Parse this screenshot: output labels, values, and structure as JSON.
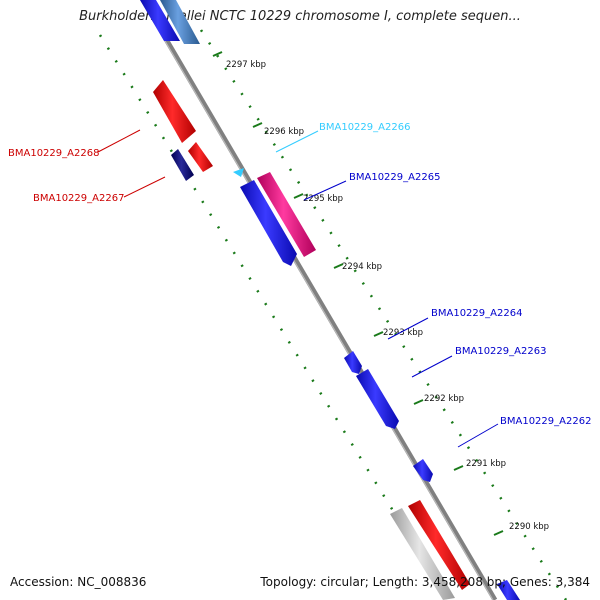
{
  "title": "Burkholderia mallei NCTC 10229 chromosome I, complete sequen...",
  "accession": "Accession: NC_008836",
  "summary": "Topology: circular; Length: 3,458,208 bp; Genes: 3,384",
  "colors": {
    "backbone": "#808080",
    "tick": "#1a7a1a",
    "forward_gene": "#1a1aee",
    "reverse_gene": "#ee1a1a",
    "pink_gene": "#ee1a8c",
    "navy_gene": "#1a1a7a",
    "grey_gene": "#bdbdbd",
    "label_cyan": "#33ccff"
  },
  "ruler_ticks": [
    "2297 kbp",
    "2296 kbp",
    "2295 kbp",
    "2294 kbp",
    "2293 kbp",
    "2292 kbp",
    "2291 kbp",
    "2290 kbp"
  ],
  "gene_labels": [
    {
      "text": "BMA10229_A2268",
      "color": "#cc0000"
    },
    {
      "text": "BMA10229_A2267",
      "color": "#cc0000"
    },
    {
      "text": "BMA10229_A2266",
      "color": "#33ccff"
    },
    {
      "text": "BMA10229_A2265",
      "color": "#0000cc"
    },
    {
      "text": "BMA10229_A2264",
      "color": "#0000cc"
    },
    {
      "text": "BMA10229_A2263",
      "color": "#0000cc"
    },
    {
      "text": "BMA10229_A2262",
      "color": "#0000cc"
    }
  ]
}
